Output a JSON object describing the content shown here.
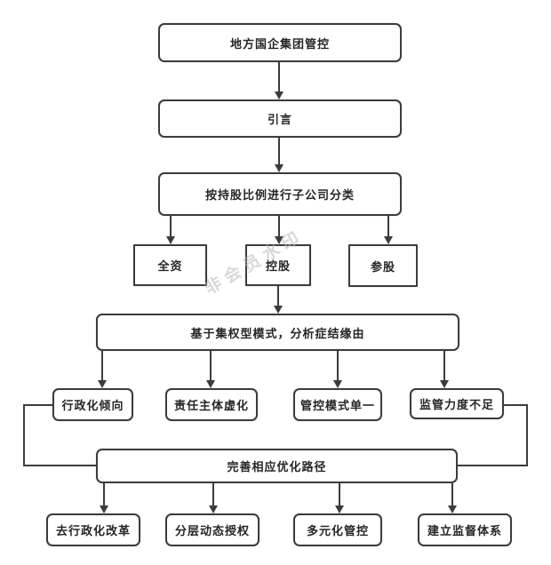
{
  "diagram": {
    "type": "flowchart",
    "title": "地方国企集团管控",
    "watermark": "非会员水印",
    "colors": {
      "line": "#3c3c3c",
      "node_border": "#3c3c3c",
      "node_fill": "#ffffff",
      "text": "#262626",
      "watermark": "#b9b9b9",
      "background": "#ffffff"
    },
    "nodes": {
      "root": {
        "label": "地方国企集团管控"
      },
      "intro": {
        "label": "引言"
      },
      "classify": {
        "label": "按持股比例进行子公司分类"
      },
      "wholly": {
        "label": "全资"
      },
      "holding": {
        "label": "控股"
      },
      "equity": {
        "label": "参股"
      },
      "analyze": {
        "label": "基于集权型模式，分析症结缘由"
      },
      "admin_tendency": {
        "label": "行政化倾向"
      },
      "responsibility": {
        "label": "责任主体虚化"
      },
      "single_mode": {
        "label": "管控模式单一"
      },
      "weak_supervision": {
        "label": "监管力度不足"
      },
      "optimize": {
        "label": "完善相应优化路径"
      },
      "deadmin": {
        "label": "去行政化改革"
      },
      "layered_auth": {
        "label": "分层动态授权"
      },
      "diversified": {
        "label": "多元化管控"
      },
      "supervision_system": {
        "label": "建立监督体系"
      }
    },
    "edges": [
      {
        "from": "root",
        "to": "intro"
      },
      {
        "from": "intro",
        "to": "classify"
      },
      {
        "from": "classify",
        "to": "wholly"
      },
      {
        "from": "classify",
        "to": "holding"
      },
      {
        "from": "classify",
        "to": "equity"
      },
      {
        "from": "holding",
        "to": "analyze"
      },
      {
        "from": "analyze",
        "to": "admin_tendency"
      },
      {
        "from": "analyze",
        "to": "responsibility"
      },
      {
        "from": "analyze",
        "to": "single_mode"
      },
      {
        "from": "analyze",
        "to": "weak_supervision"
      },
      {
        "from": "admin_tendency",
        "to": "optimize"
      },
      {
        "from": "weak_supervision",
        "to": "optimize"
      },
      {
        "from": "optimize",
        "to": "deadmin"
      },
      {
        "from": "optimize",
        "to": "layered_auth"
      },
      {
        "from": "optimize",
        "to": "diversified"
      },
      {
        "from": "optimize",
        "to": "supervision_system"
      }
    ]
  }
}
